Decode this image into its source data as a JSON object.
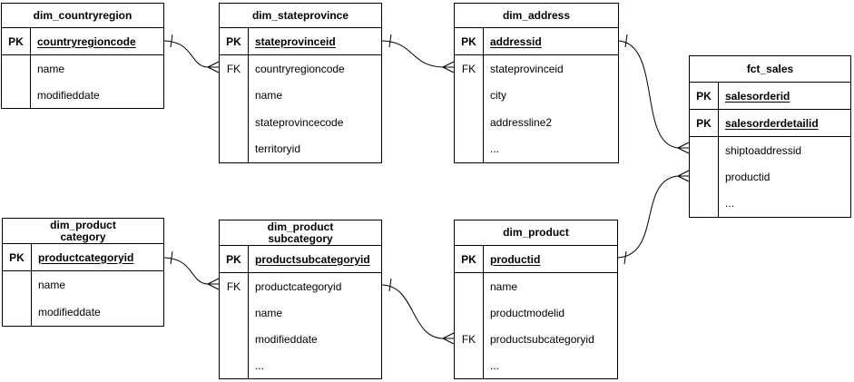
{
  "diagram": {
    "kind": "entity-relationship-diagram",
    "notation": "crow-foot"
  },
  "colors": {
    "line": "#000000",
    "background": "#ffffff",
    "text": "#000000"
  },
  "tables": [
    {
      "title": "dim_countryregion",
      "rows": [
        {
          "key": "PK",
          "field": "countryregioncode"
        },
        {
          "key": "",
          "field": "name"
        },
        {
          "key": "",
          "field": "modifieddate"
        }
      ]
    },
    {
      "title": "dim_stateprovince",
      "rows": [
        {
          "key": "PK",
          "field": "stateprovinceid"
        },
        {
          "key": "FK",
          "field": "countryregioncode"
        },
        {
          "key": "",
          "field": "name"
        },
        {
          "key": "",
          "field": "stateprovincecode"
        },
        {
          "key": "",
          "field": "territoryid"
        }
      ]
    },
    {
      "title": "dim_address",
      "rows": [
        {
          "key": "PK",
          "field": "addressid"
        },
        {
          "key": "FK",
          "field": "stateprovinceid"
        },
        {
          "key": "",
          "field": "city"
        },
        {
          "key": "",
          "field": "addressline2"
        },
        {
          "key": "",
          "field": "..."
        }
      ]
    },
    {
      "title": "fct_sales",
      "rows": [
        {
          "key": "PK",
          "field": "salesorderid"
        },
        {
          "key": "PK",
          "field": "salesorderdetailid"
        },
        {
          "key": "",
          "field": "shiptoaddressid"
        },
        {
          "key": "",
          "field": "productid"
        },
        {
          "key": "",
          "field": "..."
        }
      ]
    },
    {
      "title": "dim_product\ncategory",
      "rows": [
        {
          "key": "PK",
          "field": "productcategoryid"
        },
        {
          "key": "",
          "field": "name"
        },
        {
          "key": "",
          "field": "modifieddate"
        }
      ]
    },
    {
      "title": "dim_product\nsubcategory",
      "rows": [
        {
          "key": "PK",
          "field": "productsubcategoryid"
        },
        {
          "key": "FK",
          "field": "productcategoryid"
        },
        {
          "key": "",
          "field": "name"
        },
        {
          "key": "",
          "field": "modifieddate"
        },
        {
          "key": "",
          "field": "..."
        }
      ]
    },
    {
      "title": "dim_product",
      "rows": [
        {
          "key": "PK",
          "field": "productid"
        },
        {
          "key": "",
          "field": "name"
        },
        {
          "key": "",
          "field": "productmodelid"
        },
        {
          "key": "FK",
          "field": "productsubcategoryid"
        },
        {
          "key": "",
          "field": "..."
        }
      ]
    }
  ],
  "relations": [
    {
      "from_table": "dim_countryregion",
      "from_field": "countryregioncode",
      "from_cardinality": "one",
      "to_table": "dim_stateprovince",
      "to_field": "countryregioncode",
      "to_cardinality": "many"
    },
    {
      "from_table": "dim_stateprovince",
      "from_field": "stateprovinceid",
      "from_cardinality": "one",
      "to_table": "dim_address",
      "to_field": "stateprovinceid",
      "to_cardinality": "many"
    },
    {
      "from_table": "dim_address",
      "from_field": "addressid",
      "from_cardinality": "one",
      "to_table": "fct_sales",
      "to_field": "shiptoaddressid",
      "to_cardinality": "many"
    },
    {
      "from_table": "dim_product",
      "from_field": "productid",
      "from_cardinality": "one",
      "to_table": "fct_sales",
      "to_field": "productid",
      "to_cardinality": "many"
    },
    {
      "from_table": "dim_product category",
      "from_field": "productcategoryid",
      "from_cardinality": "one",
      "to_table": "dim_product subcategory",
      "to_field": "productcategoryid",
      "to_cardinality": "many"
    },
    {
      "from_table": "dim_product subcategory",
      "from_field": "productsubcategoryid",
      "from_cardinality": "one",
      "to_table": "dim_product",
      "to_field": "productsubcategoryid",
      "to_cardinality": "many"
    }
  ]
}
